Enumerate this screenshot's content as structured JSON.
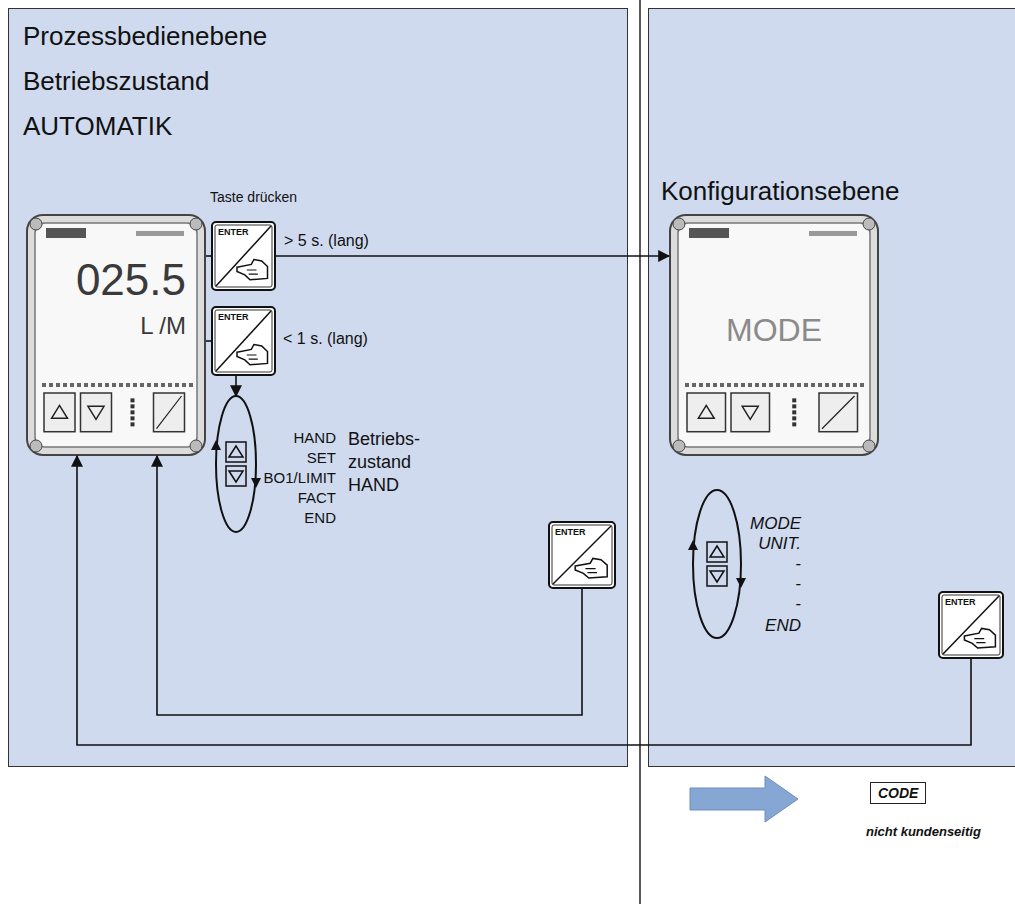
{
  "diagram": {
    "nodes": [
      {
        "text": [
          "Prozessbedienebene",
          "Betriebszustand",
          "AUTOMATIK"
        ]
      },
      {
        "text": [
          "Konfigurationsebene"
        ]
      },
      {
        "text": [
          "025.5",
          "L /M"
        ],
        "in": 0
      },
      {
        "text": [
          "ENTER"
        ],
        "in": 0
      },
      {
        "text": [
          "ENTER"
        ],
        "in": 0
      },
      {
        "text": [
          "HAND",
          "SET",
          "BO1/LIMIT",
          "FACT",
          "END",
          "Betriebs- zustand HAND"
        ],
        "in": 0
      },
      {
        "text": [
          "ENTER"
        ],
        "in": 0
      },
      {
        "text": [
          "MODE"
        ],
        "in": 1
      },
      {
        "text": [
          "MODE",
          "UNIT.",
          "-",
          "-",
          "-",
          "END"
        ],
        "in": 1
      },
      {
        "text": [
          "ENTER"
        ],
        "in": 1
      },
      {
        "text": [
          "CODE"
        ]
      }
    ],
    "edges": [
      {
        "from": 2,
        "to": 3,
        "arrow": "none"
      },
      {
        "from": 2,
        "to": 4,
        "arrow": "none"
      },
      {
        "from": 3,
        "to": 7,
        "arrow": "to",
        "label": "> 5 s. (lang)"
      },
      {
        "from": 4,
        "to": 5,
        "arrow": "to"
      },
      {
        "from": 6,
        "to": 2,
        "arrow": "to"
      },
      {
        "from": 9,
        "to": 2,
        "arrow": "to"
      }
    ],
    "labels": [
      "Taste drücken",
      "< 1 s. (lang)",
      "nicht kundenseitig"
    ]
  }
}
